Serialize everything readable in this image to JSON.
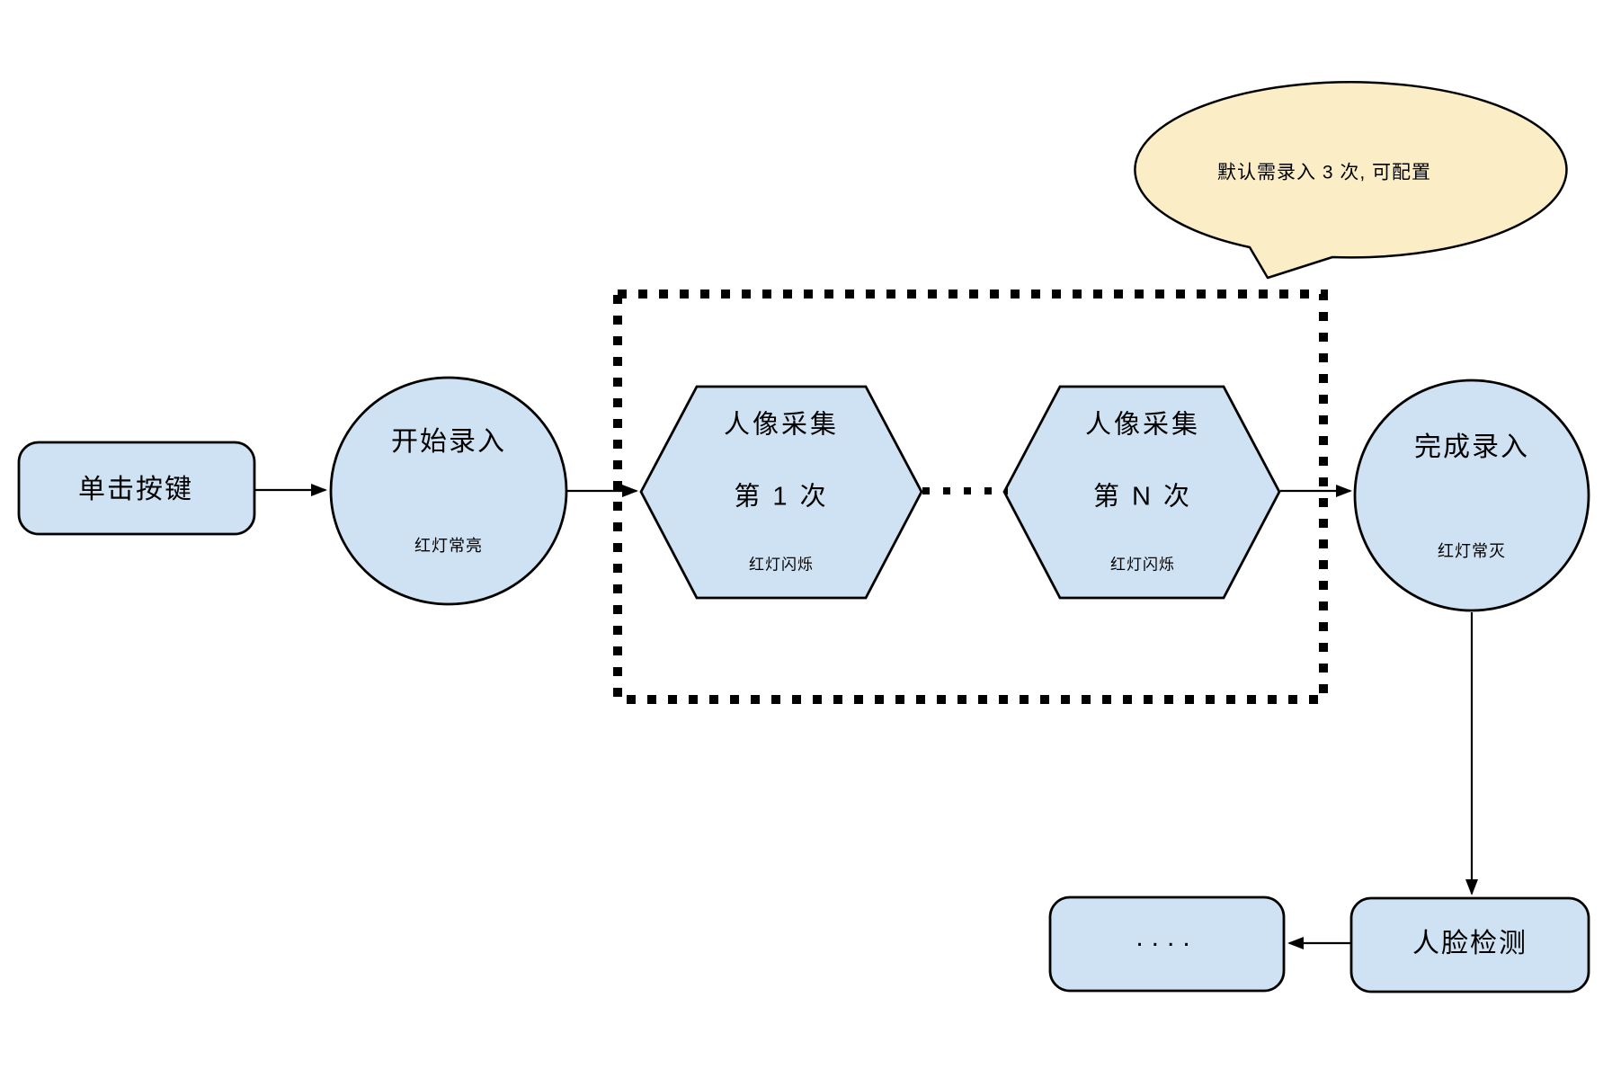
{
  "diagram": {
    "nodes": {
      "click_button": {
        "label": "单击按键"
      },
      "start_entry": {
        "title": "开始录入",
        "subtitle": "红灯常亮"
      },
      "capture_first": {
        "title": "人像采集",
        "count": "第 1 次",
        "subtitle": "红灯闪烁"
      },
      "capture_nth": {
        "title": "人像采集",
        "count": "第 N 次",
        "subtitle": "红灯闪烁"
      },
      "finish_entry": {
        "title": "完成录入",
        "subtitle": "红灯常灭"
      },
      "ellipsis_box": {
        "label": "...."
      },
      "face_detect": {
        "label": "人脸检测"
      }
    },
    "callout": {
      "text": "默认需录入 3 次, 可配置"
    },
    "colors": {
      "node_fill": "#cfe2f3",
      "callout_fill": "#fbeec6",
      "stroke": "#000000"
    }
  }
}
